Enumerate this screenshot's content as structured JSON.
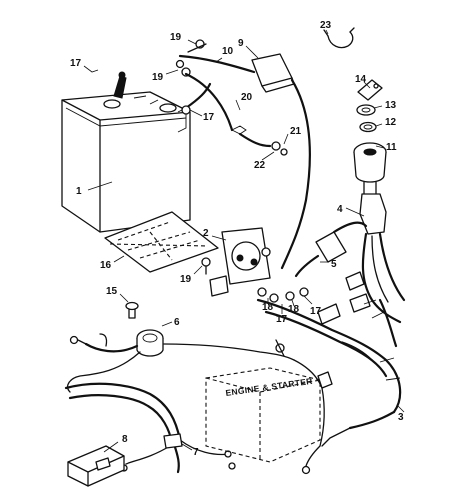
{
  "diagram": {
    "callouts": [
      "1",
      "2",
      "3",
      "4",
      "5",
      "6",
      "7",
      "8",
      "9",
      "10",
      "11",
      "12",
      "13",
      "14",
      "15",
      "16",
      "17",
      "17",
      "17",
      "17",
      "18",
      "18",
      "19",
      "19",
      "19",
      "20",
      "21",
      "22",
      "23"
    ],
    "engine_label": "ENGINE & STARTER"
  }
}
